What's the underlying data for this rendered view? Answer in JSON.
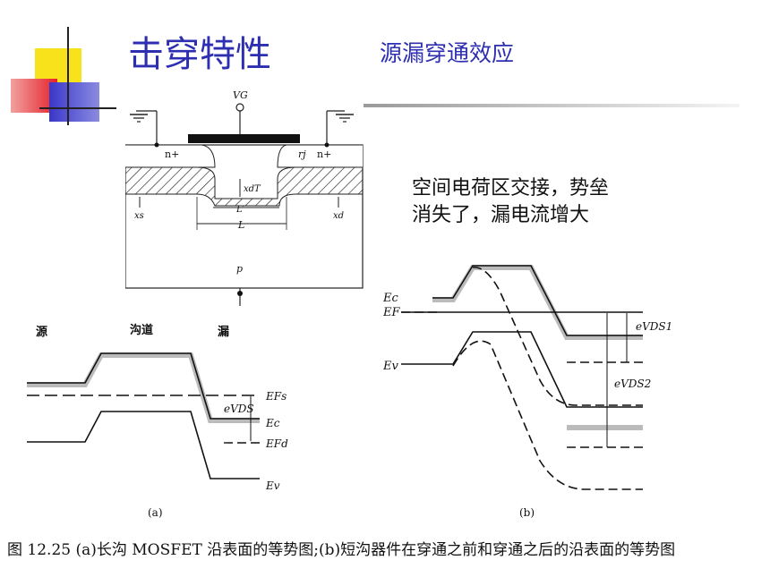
{
  "slide": {
    "title": "击穿特性",
    "subtitle": "源漏穿通效应",
    "note_line1": "空间电荷区交接，势垒",
    "note_line2": "消失了，漏电流增大",
    "caption": "图 12.25   (a)长沟 MOSFET 沿表面的等势图;(b)短沟器件在穿通之前和穿通之后的沿表面的等势图"
  },
  "device": {
    "vg": "VG",
    "nplus_left": "n+",
    "nplus_right": "n+",
    "rj": "rj",
    "xdT": "xdT",
    "xs": "xs",
    "xd": "xd",
    "L_prime": "L′",
    "L": "L",
    "p": "p"
  },
  "diagram_a": {
    "source": "源",
    "channel": "沟道",
    "drain": "漏",
    "efs": "EFs",
    "evds": "eVDS",
    "ec": "Ec",
    "efd": "EFd",
    "ev": "Ev",
    "panel": "(a)"
  },
  "diagram_b": {
    "ec": "Ec",
    "ef": "EF",
    "ev": "Ev",
    "evds1": "eVDS1",
    "evds2": "eVDS2",
    "panel": "(b)"
  },
  "colors": {
    "title": "#2d2fb0",
    "deco_yellow": "#f7e21c",
    "deco_red": "#e4222a",
    "deco_blue": "#3a37c9"
  }
}
